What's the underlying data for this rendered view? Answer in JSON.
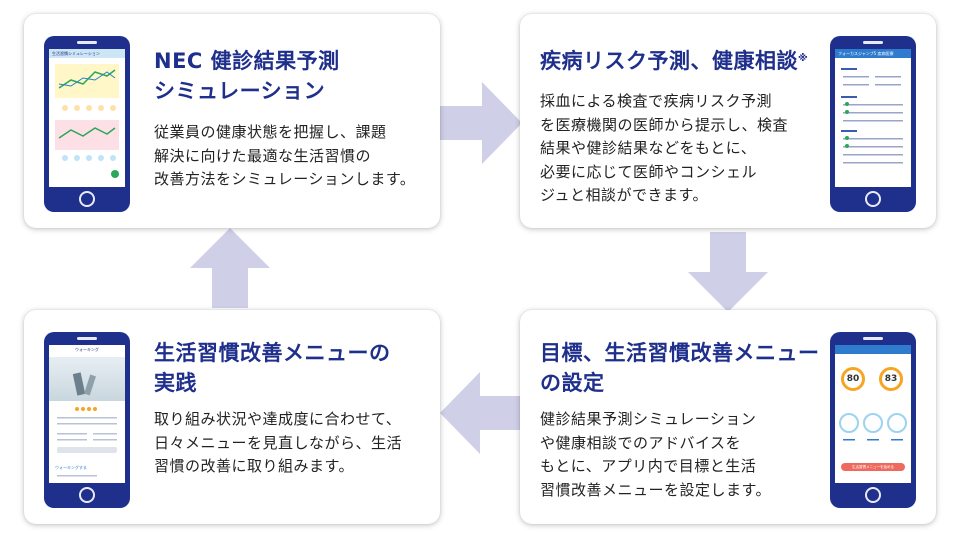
{
  "steps": [
    {
      "title": "NEC 健診結果予測\nシミュレーション",
      "description": "従業員の健康状態を把握し、課題\n解決に向けた最適な生活習慣の\n改善方法をシミュレーションします。",
      "screen_header": "生活習慣シミュレーション"
    },
    {
      "title": "疾病リスク予測、健康相談",
      "title_note": "※",
      "description": "採血による検査で疾病リスク予測\nを医療機関の医師から提示し、検査\n結果や健診結果などをもとに、\n必要に応じて医師やコンシェル\nジュと相談ができます。",
      "screen_header": "フォーカスジャンプ5 疾病医療"
    },
    {
      "title": "目標、生活習慣改善メニュー\nの設定",
      "description": "健診結果予測シミュレーション\nや健康相談でのアドバイスを\nもとに、アプリ内で目標と生活\n習慣改善メニューを設定します。",
      "screen_values": [
        "80",
        "83"
      ],
      "screen_button": "生活習慣メニューを始める"
    },
    {
      "title": "生活習慣改善メニューの\n実践",
      "description": "取り組み状況や達成度に合わせて、\n日々メニューを見直しながら、生活\n習慣の改善に取り組みます。",
      "screen_header": "ウォーキング",
      "screen_link": "ウォーキングする"
    }
  ],
  "colors": {
    "accent": "#1f2f8c",
    "arrow": "#cfcfe8",
    "text": "#222222"
  }
}
